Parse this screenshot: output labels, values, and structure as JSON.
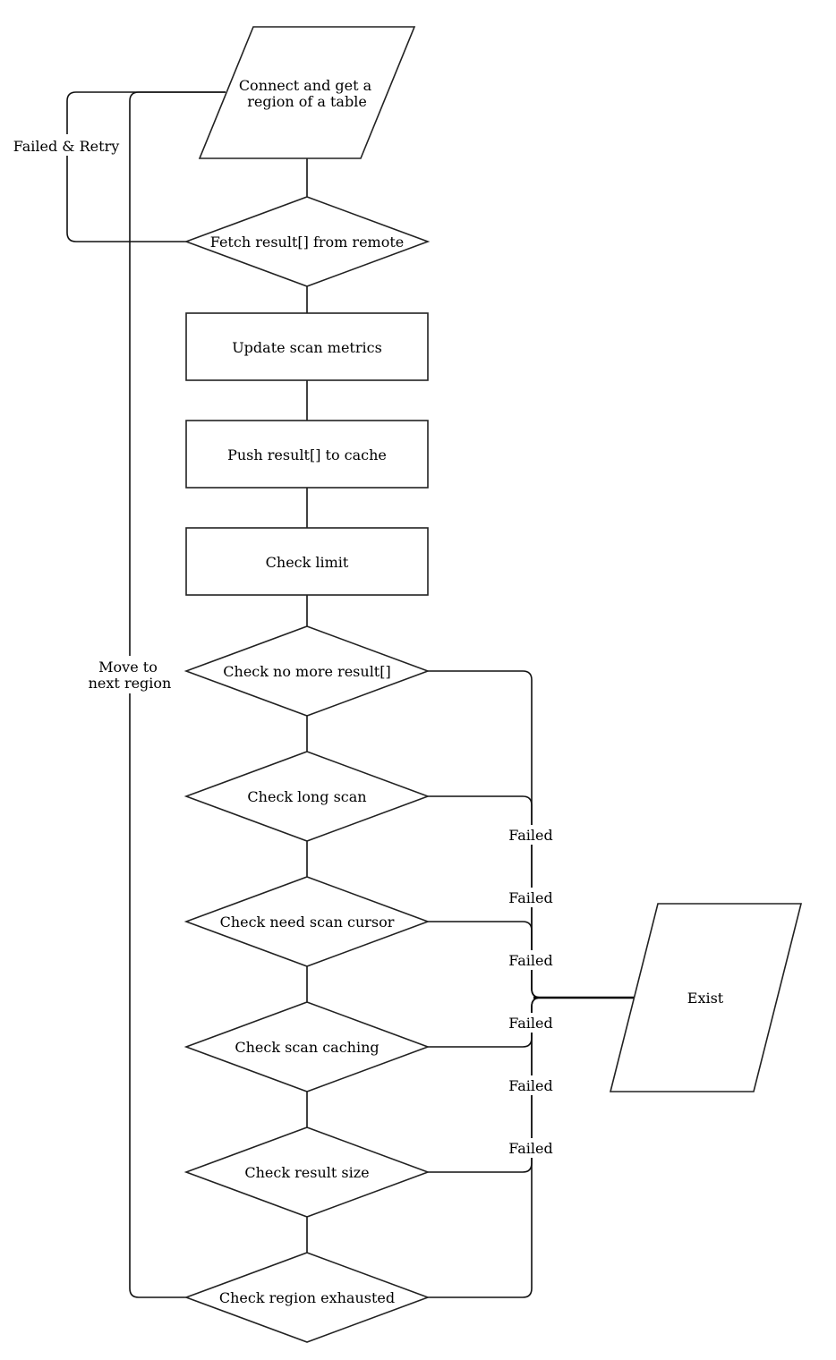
{
  "nodes": {
    "connect": "Connect and get a region of a table",
    "fetch": "Fetch result[] from remote",
    "update_metrics": "Update scan metrics",
    "push_cache": "Push result[] to cache",
    "check_limit": "Check limit",
    "check_no_more": "Check no more result[]",
    "check_long_scan": "Check long scan",
    "check_need_cursor": "Check need scan cursor",
    "check_caching": "Check scan caching",
    "check_result_size": "Check result size",
    "check_region_exhausted": "Check region exhausted",
    "exit": "Exist"
  },
  "edge_labels": {
    "failed_retry": "Failed & Retry",
    "move_next_region": "Move to next region",
    "failed": "Failed"
  }
}
